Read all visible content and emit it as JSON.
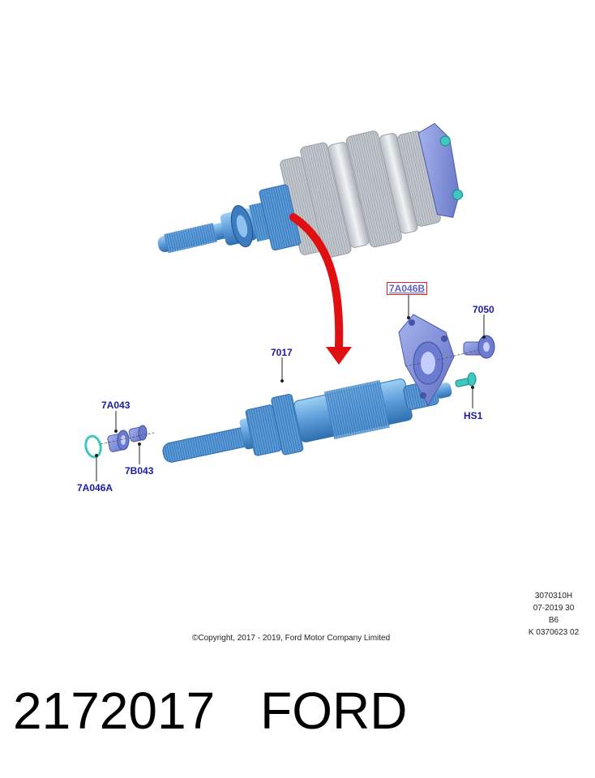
{
  "callouts": {
    "c7A046B": "7A046B",
    "c7050": "7050",
    "c7017": "7017",
    "c7A043": "7A043",
    "cHS1": "HS1",
    "c7B043": "7B043",
    "c7A046A": "7A046A"
  },
  "reference": {
    "line1": "3070310H",
    "line2": "07-2019 30",
    "line3": "B6",
    "line4": "K 0370623 02"
  },
  "copyright": "©Copyright, 2017 - 2019, Ford Motor Company Limited",
  "footer": {
    "part_number": "2172017",
    "brand": "FORD"
  },
  "colors": {
    "shaft": "#5b9bd8",
    "shaft_dark": "#2f6fb0",
    "gear_grey": "#cfd3d8",
    "flange": "#7f8fd8",
    "bolt": "#3fc7c0",
    "arrow": "#e01010",
    "label": "#1a1aa6"
  }
}
